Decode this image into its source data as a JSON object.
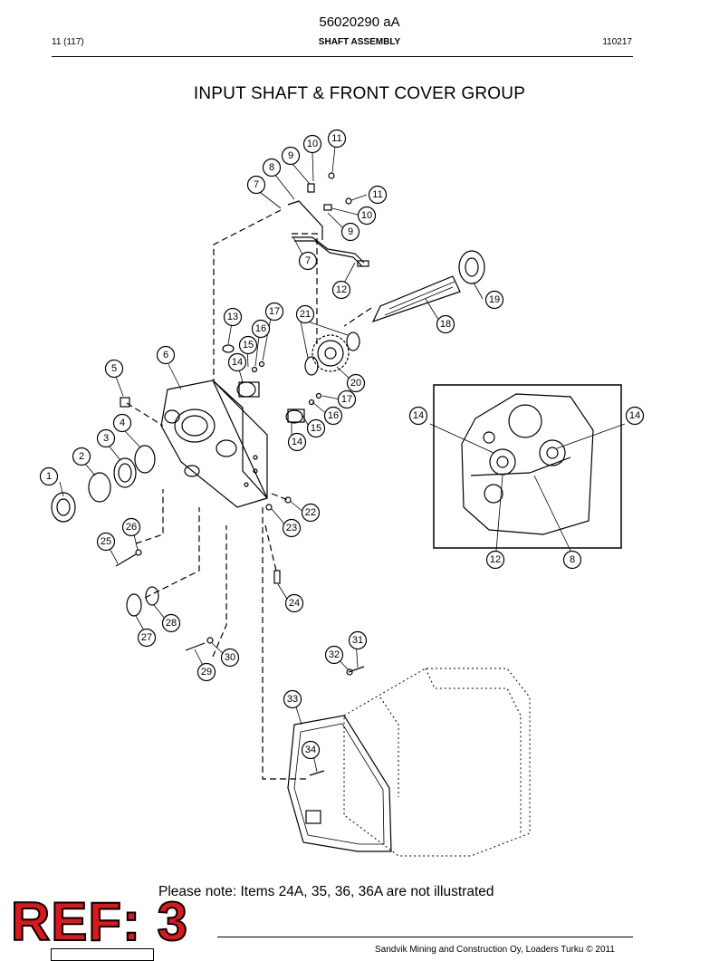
{
  "header": {
    "doc_id": "56020290 aA",
    "page": "11 (117)",
    "section": "SHAFT ASSEMBLY",
    "code": "110217"
  },
  "diagram": {
    "title": "INPUT SHAFT & FRONT COVER GROUP",
    "callouts": [
      "1",
      "2",
      "3",
      "4",
      "5",
      "6",
      "7",
      "7",
      "8",
      "9",
      "9",
      "10",
      "10",
      "11",
      "11",
      "12",
      "13",
      "14",
      "14",
      "15",
      "15",
      "16",
      "16",
      "17",
      "17",
      "18",
      "19",
      "20",
      "21",
      "22",
      "23",
      "24",
      "25",
      "26",
      "27",
      "28",
      "29",
      "30",
      "31",
      "32",
      "33",
      "34"
    ],
    "inset_callouts": [
      "14",
      "14",
      "12",
      "8"
    ]
  },
  "note": "Please note: Items 24A, 35, 36, 36A are not illustrated",
  "ref_label": "REF: 3",
  "footer": {
    "copyright": "Sandvik Mining and Construction Oy, Loaders Turku © 2011"
  }
}
